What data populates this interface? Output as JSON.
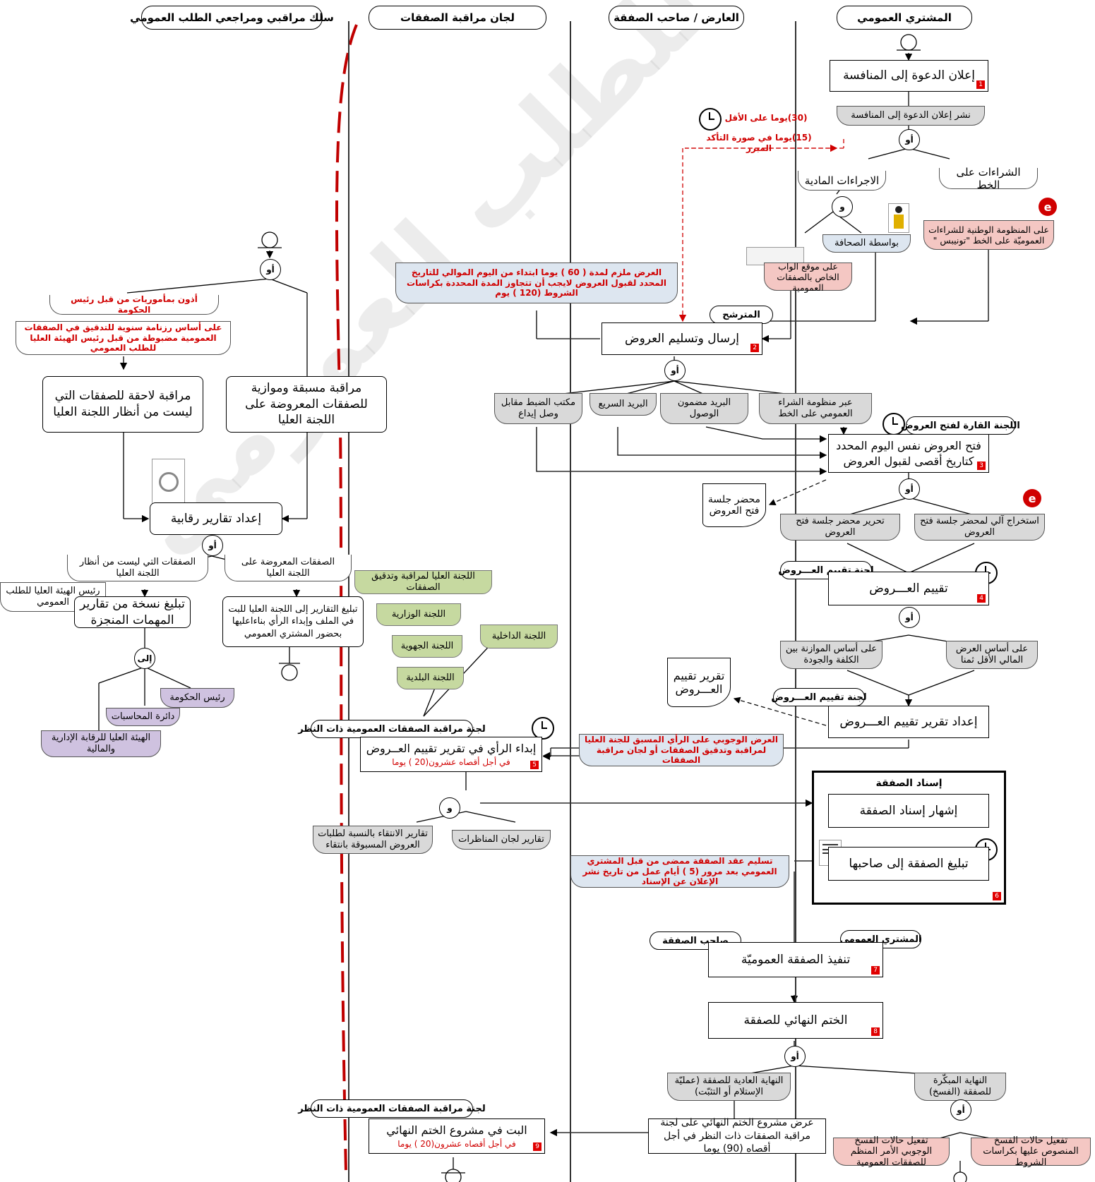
{
  "lanes": {
    "buyer": "المشتري العمومي",
    "bidder": "العارض / صاحب الصفقة",
    "committees": "لجان مراقبة الصفقات",
    "controllers": "سلك مراقبي ومراجعي الطلب العمومي"
  },
  "connectors": {
    "or": "أو",
    "and": "و",
    "to": "إلى"
  },
  "buyer_flow": {
    "announce": "إعلان الدعوة إلى المنافسة",
    "publish": "نشر إعلان الدعوة إلى المنافسة",
    "online": "الشراءات على الخط",
    "physical": "الاجراءات المادية",
    "tuneps": "على المنظومة الوطنية للشراءات العموميّة على الخط \"تونيبس \"",
    "press": "بواسطة الصحافة",
    "web": "على موقع الواب الخاص بالصفقات العمومية",
    "deadline_30": "(30)يوما على الأقل",
    "deadline_15": "(15)يوما في صورة التأكد المبرر",
    "open_committee": "اللجنة القارة لفتح العروض",
    "open": "فتح العروض نفس اليوم المحدد كتاريخ أقصى لقبول العروض",
    "opening_minutes": "محضر جلسة فتح العروض",
    "auto_minutes": "استخراج آلي لمحضر جلسة فتح العروض",
    "write_minutes": "تحرير محضر جلسة فتح العروض",
    "eval_committee": "لجنة تقييم العـــروض",
    "evaluate": "تقييم العـــروض",
    "lowest": "على أساس العرض المالي الأقل ثمنا",
    "balance": "على أساس الموازنة بين الكلفة والجودة",
    "eval_committee2": "لجنة تقييم العـــروض",
    "eval_report_doc": "تقرير تقييم العـــروض",
    "prepare_report": "إعداد تقرير تقييم العـــروض",
    "award_title": "إسناد الصفقة",
    "publish_award": "إشهار إسناد الصفقة",
    "notify_award": "تبليغ الصفقة إلى صاحبها",
    "award_note": "تسليم عقد الصفقة ممضى من قبل المشتري العمومي بعد مرور (5 ) أيام عمل من تاريخ نشر الإعلان عن الإسناد",
    "buyer_pill": "المشتري العمومي",
    "holder_pill": "صاحب الصفقة",
    "execute": "تنفيذ الصفقة العموميّة",
    "final": "الختم النهائي للصفقة",
    "normal_end": "النهاية العادية للصفقة (عمليّة الإستلام أو التثبّت)",
    "early_end": "النهاية المبكّرة للصفقة (الفسخ)",
    "final_submit": "عرض مشروع الختم النهائي على لجنة مراقبة الصفقات ذات النظر في أجل أقصاه (90) يوما",
    "cancel_spec": "تفعيل حالات الفسخ المنصوص عليها بكراسات الشروط",
    "cancel_mandatory": "تفعيل حالات الفسخ الوجوبي الأمر المنظم للصفقات العمومية"
  },
  "bidder_flow": {
    "candidate": "المترشح",
    "submit": "إرسال وتسليم العروض",
    "validity_note": "العرض ملزم لمدة ( 60 ) يوما ابتداء من اليوم الموالي للتاريخ المحدد لقبول العروض لايجب أن تتجاوز المدة المحددة بكراسات الشروط (120 ) يوم",
    "via_system": "عبر منظومة الشراء العمومي على الخط",
    "registered": "البريد مضمون الوصول",
    "express": "البريد السريع",
    "office": "مكتب الضبط مقابل وصل إيداع"
  },
  "committee_flow": {
    "mandatory_note": "العرض الوجوبي على الرأي المسبق للجنة العليا لمراقبة وتدقيق الصفقات أو لجان مراقبة الصفقات",
    "high": "اللجنة العليا لمراقبة وتدقيق الصفقات",
    "ministerial": "اللجنة الوزارية",
    "regional": "اللجنة الجهوية",
    "municipal": "اللجنة البلدية",
    "internal": "اللجنة الداخلية",
    "competent": "لجنة مراقبة الصفقات العمومية ذات النظر",
    "opinion": "إبداء الرأي في تقرير تقييم العــروض",
    "opinion_deadline": "في أجل أقصاه عشرون(20 ) يوما",
    "selection_reports": "تقارير الانتقاء بالنسبة لطلبات العروض المسبوقة بانتقاء",
    "contest_reports": "تقارير لجان المناظرات",
    "competent2": "لجنة مراقبة الصفقات العمومية ذات النظر",
    "final_decision": "البت في مشروع الختم النهائي",
    "final_deadline": "في أجل أقصاه عشرون(20 ) يوما"
  },
  "control_flow": {
    "pm_order": "أذون بمأموريات من قبل رئيس الحكومة",
    "annual_plan": "على أساس رزنامة سنوية للتدقيق في الصفقات العمومية مضبوطة من قبل رئيس الهيئة العليا للطلب العمومي",
    "posterior": "مراقبة لاحقة للصفقات التي ليست من أنظار اللجنة العليا",
    "prior": "مراقبة مسبقة وموازية للصفقات المعروضة على اللجنة العليا",
    "reports": "إعداد تقارير رقابية",
    "not_high": "الصفقات التي ليست من أنظار اللجنة العليا",
    "on_high": "الصفقات المعروضة على اللجنة العليا",
    "hiPA_head": "رئيس الهيئة العليا للطلب العمومي",
    "copy_reports": "تبليغ نسخة من تقارير المهمات المنجزة",
    "send_high": "تبليغ التقارير إلى اللجنة العليا للبت في الملف وإبداء الرأي بناءاعليها بحضور المشتري العمومي",
    "pm": "رئيس الحكومة",
    "court": "دائرة المحاسبات",
    "audit_body": "الهيئة العليا للرقابة الإدارية والمالية"
  },
  "numbers": [
    "1",
    "2",
    "3",
    "4",
    "5",
    "6",
    "7",
    "8",
    "9"
  ],
  "watermark": "الهيئة العليا للطلب العمومي",
  "colors": {
    "accent_red": "#d00000",
    "gray_tab": "#d9d9d9",
    "pink_tab": "#f4c7c3",
    "green_tab": "#c6d9a0",
    "lavender_tab": "#cfc2e0"
  }
}
